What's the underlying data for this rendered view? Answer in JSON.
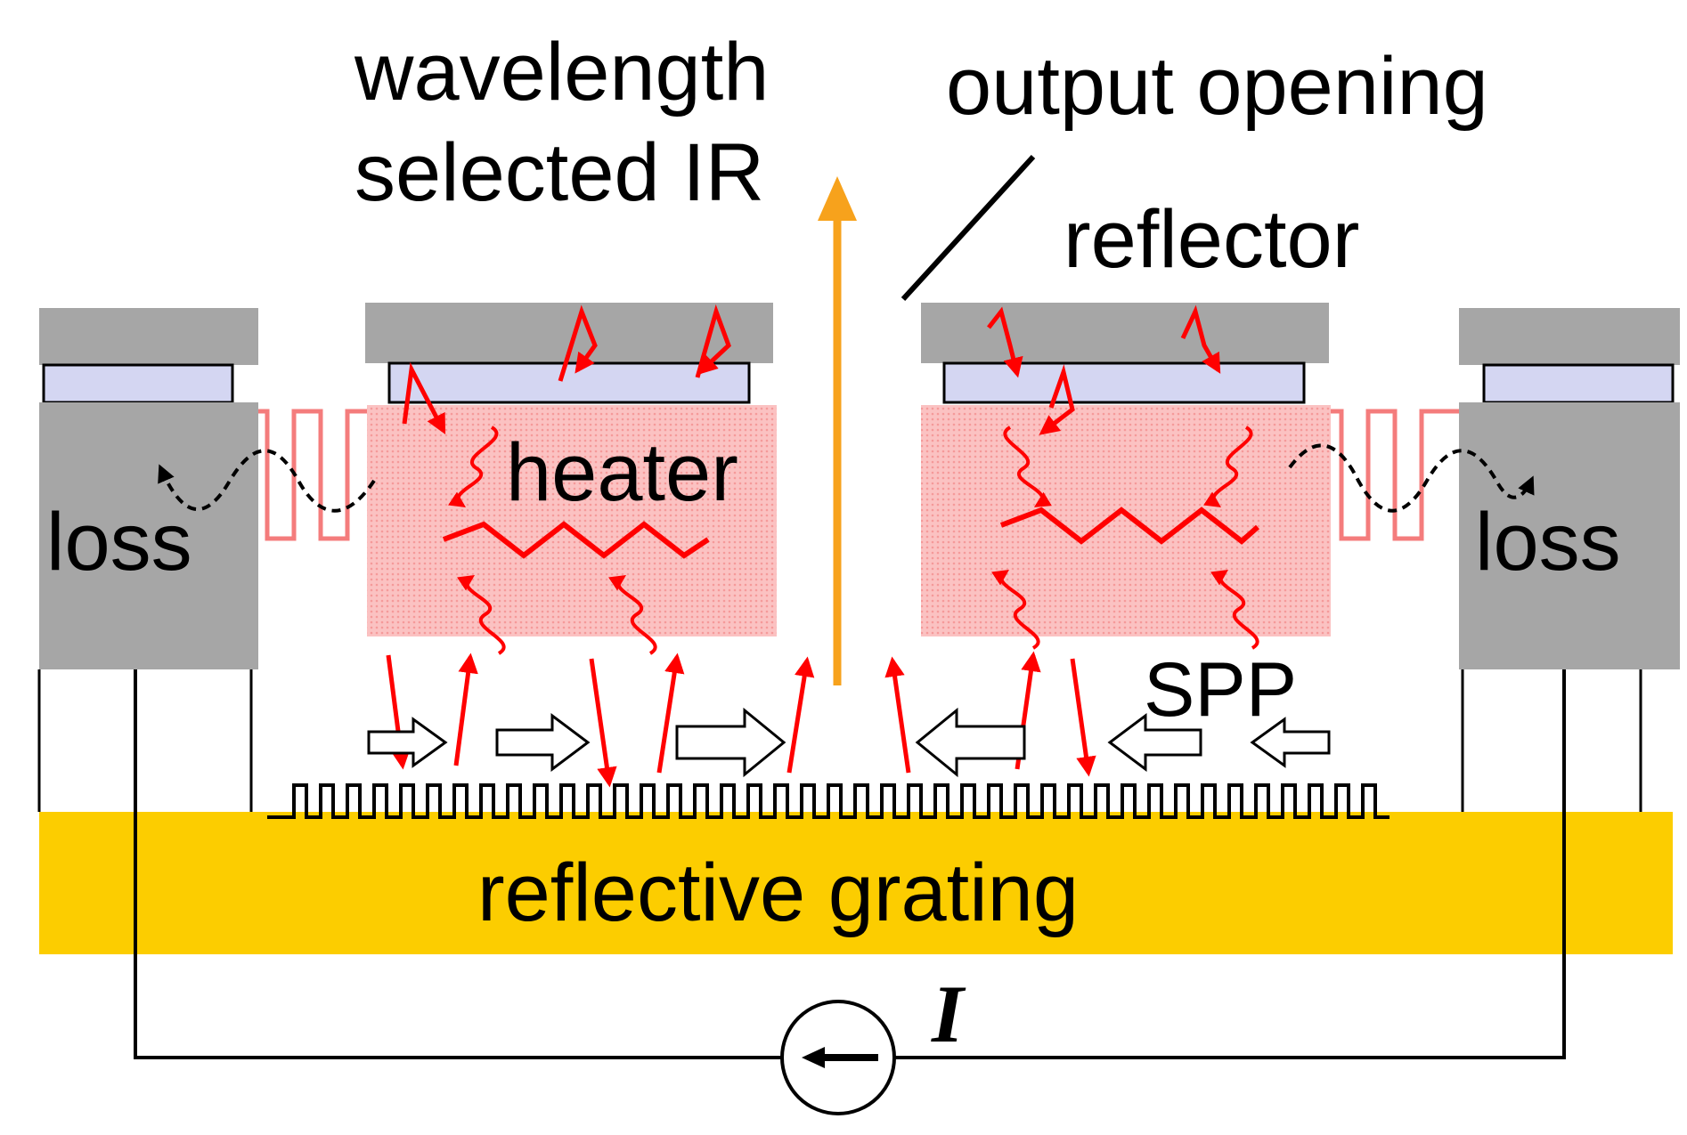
{
  "labels": {
    "wavelength_line1": "wavelength",
    "wavelength_line2": "selected IR",
    "output_opening": "output opening",
    "reflector": "reflector",
    "heater": "heater",
    "loss_left": "loss",
    "loss_right": "loss",
    "spp": "SPP",
    "reflective_grating": "reflective grating",
    "current": "I"
  },
  "colors": {
    "block_gray": "#a6a6a6",
    "film_lavender": "#d4d6f2",
    "heater_pink": "#fbb8b8",
    "grating_gold": "#fccd00",
    "ray_red": "#ff0000",
    "output_orange": "#f7a21c",
    "wire_black": "#000000"
  },
  "icons": {
    "source": "current-source-icon",
    "output_arrow": "up-arrow-icon"
  }
}
